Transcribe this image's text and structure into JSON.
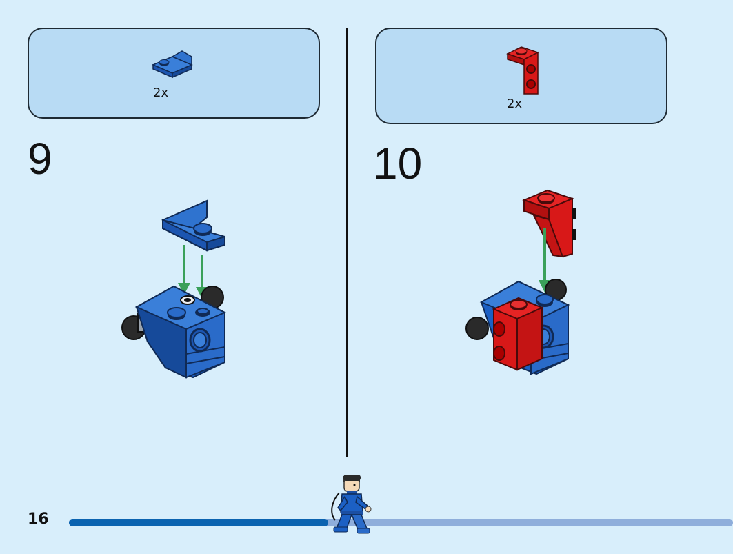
{
  "steps": [
    {
      "number": "9",
      "parts_qty": "2x",
      "part_color": "blue"
    },
    {
      "number": "10",
      "parts_qty": "2x",
      "part_color": "red"
    }
  ],
  "page": {
    "number": "16"
  },
  "progress": {
    "fraction": 0.39
  },
  "colors": {
    "page_bg": "#d8eefb",
    "parts_box_bg": "#b8dbf4",
    "brick_blue": "#1c60c4",
    "brick_red": "#d81818",
    "arrow_green": "#3aa05a",
    "progress_fill": "#0b63b0",
    "progress_track": "#8faedb"
  },
  "icons": {
    "minifig": "minifigure-walking-icon"
  }
}
